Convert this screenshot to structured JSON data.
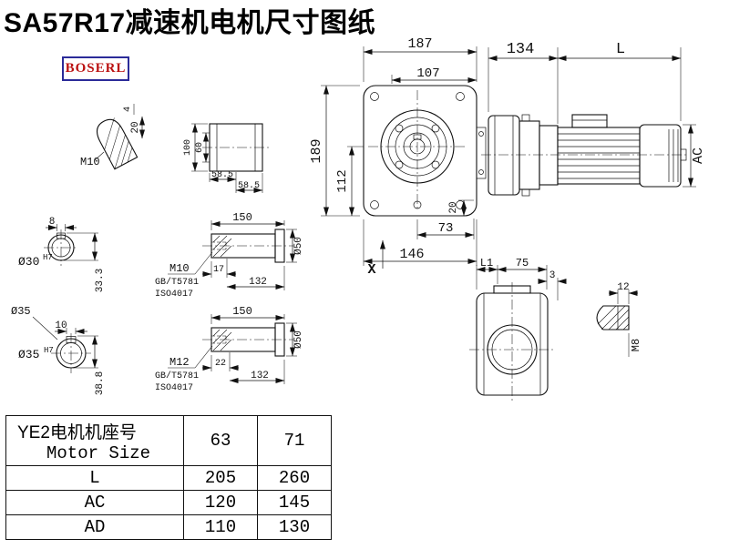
{
  "title": "SA57R17减速机电机尺寸图纸",
  "logo": {
    "text": "BOSERL"
  },
  "colors": {
    "line": "#111111",
    "logo_text": "#bb1111",
    "logo_border": "#2b2b99",
    "background": "#ffffff"
  },
  "drawing": {
    "front_view": {
      "dim_187": "187",
      "dim_107": "107",
      "dim_189": "189",
      "dim_112": "112",
      "dim_20": "20",
      "dim_73": "73",
      "dim_146": "146",
      "view_marker": "X"
    },
    "side_view": {
      "dim_134": "134",
      "dim_L": "L",
      "dim_AC": "AC"
    },
    "shaft_end_detail": {
      "dim_20": "20",
      "dim_4": "4",
      "thread": "M10"
    },
    "hub_detail": {
      "dim_100": "100",
      "dim_60": "60",
      "dim_58_5_a": "58.5",
      "dim_58_5_b": "58.5"
    },
    "bore_30": {
      "dim_8": "8",
      "dia": "Ø30",
      "tol": "H7",
      "dim_33_3": "33.3"
    },
    "bore_35": {
      "dim_10": "10",
      "dia_label": "Ø35",
      "dia": "Ø35",
      "tol": "H7",
      "dim_38_8": "38.8"
    },
    "shaft_m10": {
      "dim_150": "150",
      "thread": "M10",
      "std_1": "GB/T5781",
      "std_2": "ISO4017",
      "dim_17": "17",
      "dim_132": "132",
      "dia": "Ø50"
    },
    "shaft_m12": {
      "dim_150": "150",
      "thread": "M12",
      "std_1": "GB/T5781",
      "std_2": "ISO4017",
      "dim_22": "22",
      "dim_132": "132",
      "dia": "Ø50"
    },
    "bottom_view": {
      "dim_L1": "L1",
      "dim_75": "75",
      "dim_3": "3"
    },
    "plug_detail": {
      "dim_12": "12",
      "thread": "M8"
    }
  },
  "table": {
    "header": {
      "title_cn": "YE2电机机座号",
      "title_en": "Motor Size",
      "size_1": "63",
      "size_2": "71"
    },
    "rows": [
      {
        "label": "L",
        "v1": "205",
        "v2": "260"
      },
      {
        "label": "AC",
        "v1": "120",
        "v2": "145"
      },
      {
        "label": "AD",
        "v1": "110",
        "v2": "130"
      }
    ]
  }
}
